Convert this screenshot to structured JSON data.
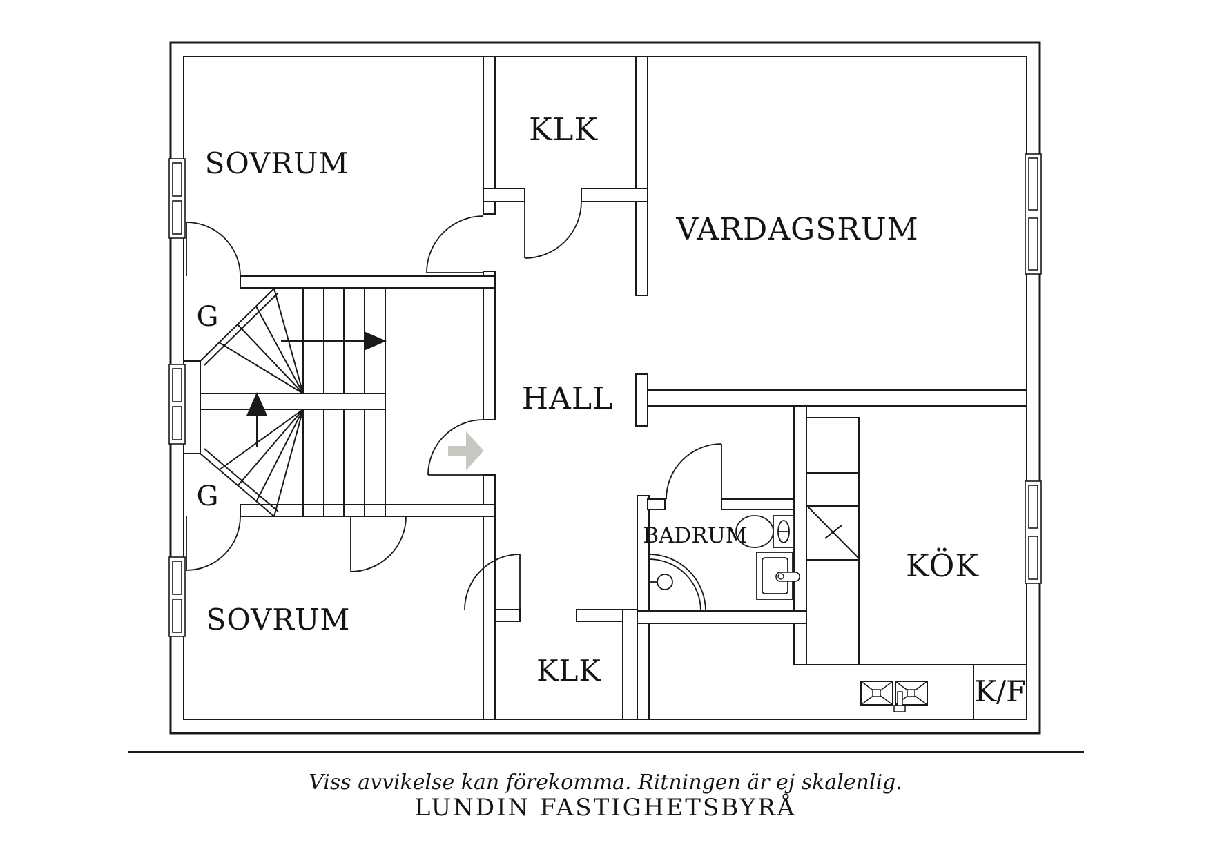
{
  "rooms": {
    "sovrum_top": {
      "label": "SOVRUM"
    },
    "klk_top": {
      "label": "KLK"
    },
    "vardagsrum": {
      "label": "VARDAGSRUM"
    },
    "hall": {
      "label": "HALL"
    },
    "garderob_upper": {
      "label": "G"
    },
    "garderob_lower": {
      "label": "G"
    },
    "sovrum_bottom": {
      "label": "SOVRUM"
    },
    "klk_bottom": {
      "label": "KLK"
    },
    "badrum": {
      "label": "BADRUM"
    },
    "kok": {
      "label": "KÖK"
    },
    "kyl_frys": {
      "label": "K/F"
    }
  },
  "footer": {
    "disclaimer": "Viss avvikelse kan förekomma. Ritningen är ej skalenlig.",
    "brand": "LUNDIN FASTIGHETSBYRÅ"
  },
  "colors": {
    "line": "#1a1a1a",
    "arrow_fill": "#c8c8c3",
    "background": "#ffffff"
  }
}
